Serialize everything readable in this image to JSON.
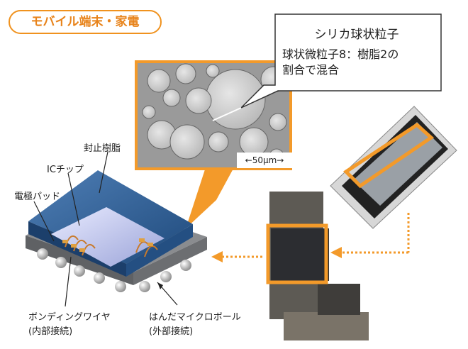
{
  "badge": {
    "label": "モバイル端末・家電"
  },
  "callout": {
    "title": "シリカ球状粒子",
    "line1": "球状微粒子8：樹脂2の",
    "line2": "割合で混合"
  },
  "micrograph": {
    "scale_label": "←50μm→"
  },
  "labels": {
    "encapsulation_resin": "封止樹脂",
    "ic_chip": "ICチップ",
    "electrode_pad": "電極パッド",
    "bonding_wire": "ボンディングワイヤ",
    "bonding_wire_note": "(内部接続)",
    "solder_ball": "はんだマイクロボール",
    "solder_ball_note": "(外部接続)"
  },
  "colors": {
    "accent": "#f0921e",
    "resin": "#2d5f95",
    "chip": "#c9cdee",
    "substrate": "#7b7d80"
  }
}
